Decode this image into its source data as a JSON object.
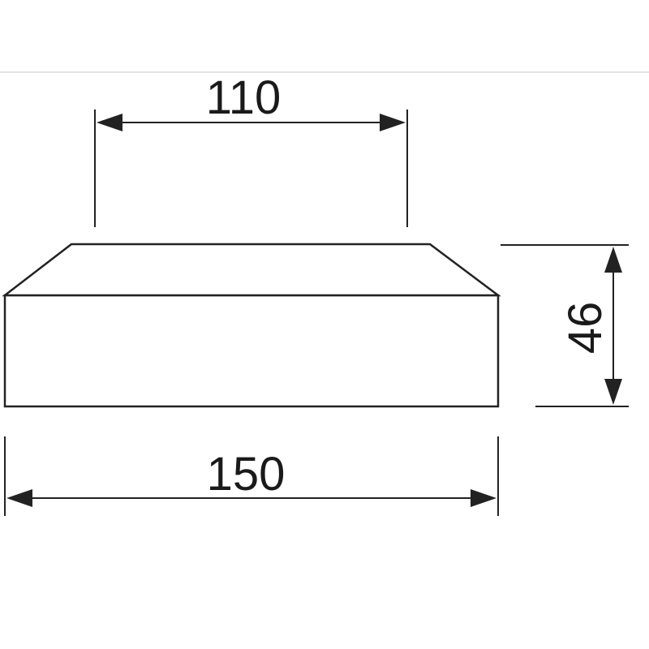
{
  "dimensions": {
    "top_width": "110",
    "bottom_width": "150",
    "height": "46"
  },
  "colors": {
    "line": "#222222",
    "background": "#ffffff",
    "rule": "#c8c8c8"
  }
}
